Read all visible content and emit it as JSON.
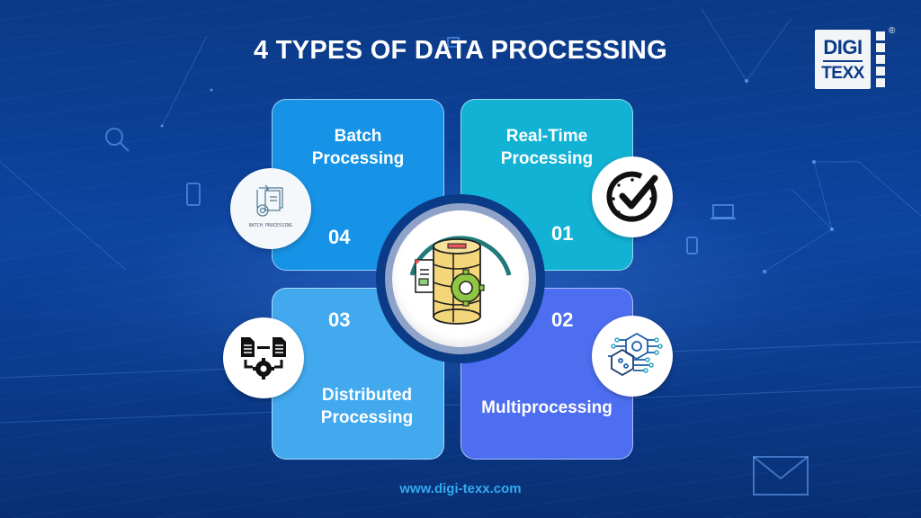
{
  "title": "4 TYPES OF DATA PROCESSING",
  "logo": {
    "line1": "DIGI",
    "line2": "TEXX",
    "registered": "®"
  },
  "center": {
    "icon": "database-gear-icon"
  },
  "cards": [
    {
      "position": "top-left",
      "label_line1": "Batch",
      "label_line2": "Processing",
      "number": "04",
      "color": "#1693e6",
      "icon": "batch-processing-icon",
      "icon_caption": "BATCH PROCESSING"
    },
    {
      "position": "top-right",
      "label_line1": "Real-Time",
      "label_line2": "Processing",
      "number": "01",
      "color": "#12b2d4",
      "icon": "clock-check-icon"
    },
    {
      "position": "bottom-left",
      "label_line1": "Distributed",
      "label_line2": "Processing",
      "number": "03",
      "color": "#42a9ef",
      "icon": "distributed-documents-gear-icon"
    },
    {
      "position": "bottom-right",
      "label_line1": "Multiprocessing",
      "label_line2": "",
      "number": "02",
      "color": "#4d6ef0",
      "icon": "multiprocessor-chip-icon"
    }
  ],
  "footer": {
    "url": "www.digi-texx.com"
  },
  "colors": {
    "background": "#0b3a86",
    "footer_text": "#35a9ef"
  }
}
